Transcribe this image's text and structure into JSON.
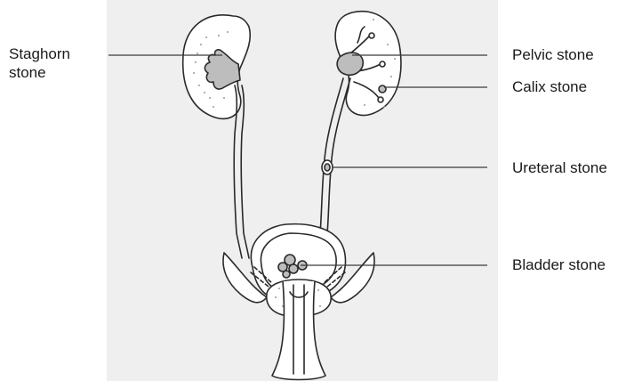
{
  "labels": {
    "staghorn_line1": "Staghorn",
    "staghorn_line2": "stone",
    "pelvic": "Pelvic stone",
    "calix": "Calix stone",
    "ureteral": "Ureteral stone",
    "bladder": "Bladder stone"
  },
  "colors": {
    "background": "#ffffff",
    "figure_background": "#f0f0f0",
    "stone_fill": "#bdbdbd",
    "outline": "#2a2a2a"
  }
}
